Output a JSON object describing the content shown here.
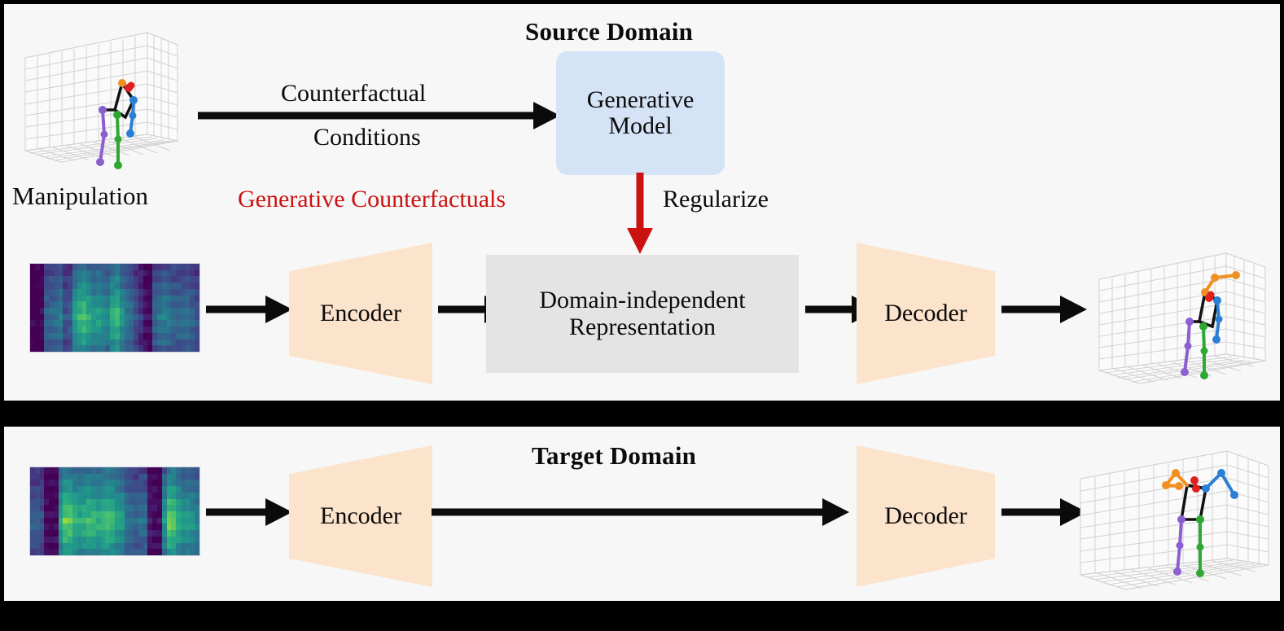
{
  "figure": {
    "background": "#f7f7f7",
    "frame_color": "#000000",
    "accent_red": "#cc1111",
    "box_blue": "#d4e3f6",
    "box_gray": "#e4e4e4",
    "trapezoid_peach": "#fce3cb"
  },
  "source_panel": {
    "title": "Source Domain",
    "manipulation_caption": "Manipulation",
    "counterfactual_arrow_label_line1": "Counterfactual",
    "counterfactual_arrow_label_line2": "Conditions",
    "generative_model_line1": "Generative",
    "generative_model_line2": "Model",
    "generative_counterfactuals_label": "Generative Counterfactuals",
    "regularize_label": "Regularize",
    "encoder_label": "Encoder",
    "representation_line1": "Domain-independent",
    "representation_line2": "Representation",
    "decoder_label": "Decoder"
  },
  "target_panel": {
    "title": "Target Domain",
    "encoder_label": "Encoder",
    "decoder_label": "Decoder"
  },
  "pose_plots": {
    "manipulation": {
      "joints_colors": [
        "#f08f22",
        "#e02020",
        "#2a7fd4",
        "#8c5fd0",
        "#2da832",
        "#000000"
      ],
      "description": "3D skeleton in wireframe box, leaning pose"
    },
    "source_output": {
      "joints_colors": [
        "#f08f22",
        "#e02020",
        "#2a7fd4",
        "#8c5fd0",
        "#2da832",
        "#000000"
      ],
      "description": "3D skeleton in wireframe box, arm raised"
    },
    "target_output": {
      "joints_colors": [
        "#f08f22",
        "#e02020",
        "#2a7fd4",
        "#8c5fd0",
        "#2da832",
        "#000000"
      ],
      "description": "3D skeleton in wireframe box, both arms out"
    }
  },
  "spectrograms": {
    "source_input": {
      "colormap": "viridis",
      "column_levels": [
        0.02,
        0.02,
        0.05,
        0.36,
        0.4,
        0.42,
        0.46,
        0.3,
        0.33,
        0.62,
        0.7,
        0.74,
        0.66,
        0.58,
        0.6,
        0.55,
        0.52,
        0.66,
        0.72,
        0.55,
        0.46,
        0.4,
        0.3,
        0.2,
        0.08,
        0.06,
        0.36,
        0.44,
        0.47,
        0.44,
        0.4,
        0.38,
        0.4,
        0.42,
        0.36,
        0.3
      ]
    },
    "target_input": {
      "colormap": "viridis",
      "column_levels": [
        0.34,
        0.34,
        0.3,
        0.06,
        0.05,
        0.06,
        0.62,
        0.8,
        0.78,
        0.7,
        0.66,
        0.68,
        0.72,
        0.7,
        0.66,
        0.7,
        0.74,
        0.7,
        0.62,
        0.58,
        0.44,
        0.4,
        0.38,
        0.42,
        0.4,
        0.1,
        0.06,
        0.07,
        0.56,
        0.8,
        0.78,
        0.66,
        0.58,
        0.6,
        0.56,
        0.5
      ]
    }
  }
}
